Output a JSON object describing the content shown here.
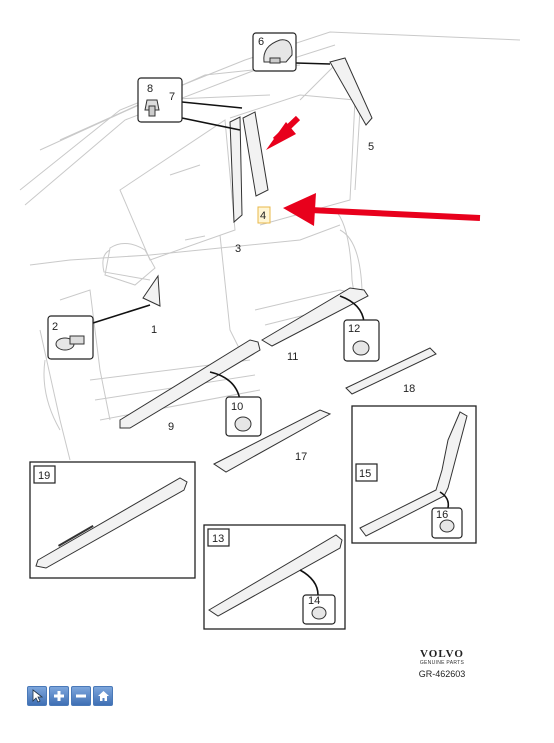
{
  "callouts": {
    "c1": "1",
    "c2": "2",
    "c3": "3",
    "c4": "4",
    "c5": "5",
    "c6": "6",
    "c7": "7",
    "c8": "8",
    "c9": "9",
    "c10": "10",
    "c11": "11",
    "c12": "12",
    "c13": "13",
    "c14": "14",
    "c15": "15",
    "c16": "16",
    "c17": "17",
    "c18": "18",
    "c19": "19"
  },
  "brand": {
    "name": "VOLVO",
    "tagline": "GENUINE PARTS"
  },
  "reference": "GR-462603",
  "colors": {
    "arrow": "#e8001c",
    "highlight": "#e8b84a",
    "toolbar": "#4a79b8"
  },
  "toolbar": {
    "buttons": [
      {
        "icon": "cursor-icon"
      },
      {
        "icon": "zoom-in-icon"
      },
      {
        "icon": "zoom-out-icon"
      },
      {
        "icon": "home-icon"
      }
    ]
  }
}
